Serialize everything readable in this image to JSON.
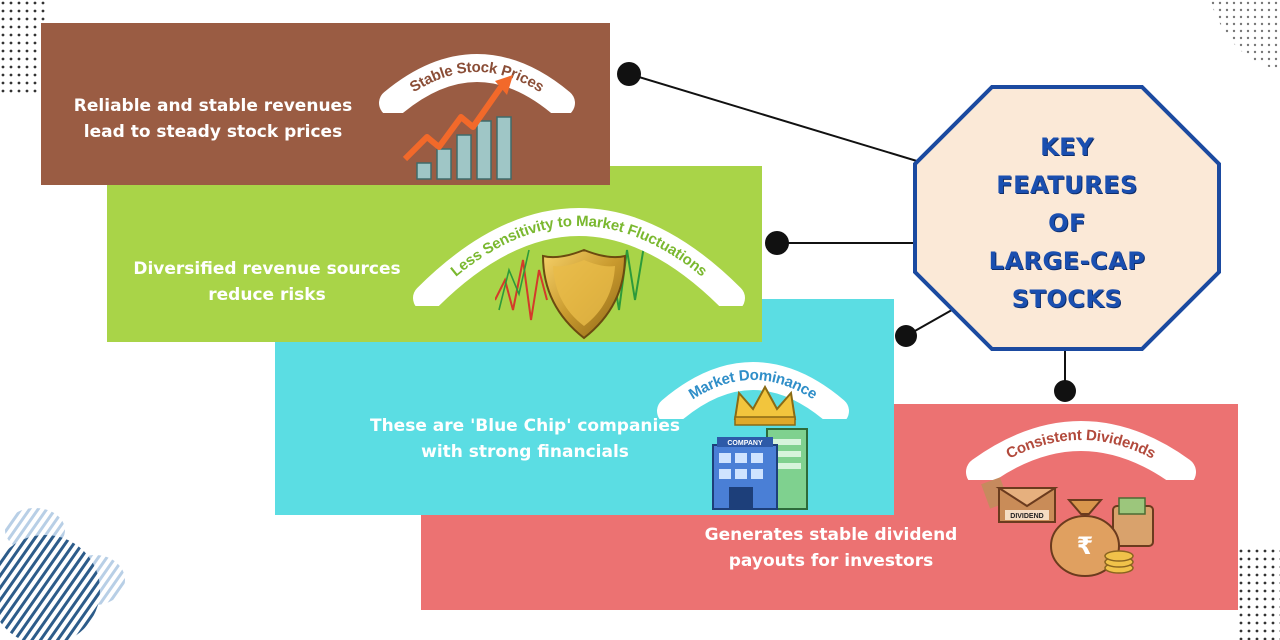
{
  "hub": {
    "title_lines": [
      "KEY",
      "FEATURES",
      "OF",
      "LARGE-CAP",
      "STOCKS"
    ]
  },
  "cards": [
    {
      "badge": "Stable Stock Prices",
      "text_lines": [
        "Reliable and stable revenues",
        "lead to steady stock prices"
      ],
      "color": "#9a5c43",
      "icon": "rising-bar-chart-icon"
    },
    {
      "badge": "Less Sensitivity to Market Fluctuations",
      "text_lines": [
        "Diversified revenue sources",
        "reduce risks"
      ],
      "color": "#a9d448",
      "icon": "gold-shield-icon"
    },
    {
      "badge": "Market Dominance",
      "text_lines": [
        "These are 'Blue Chip' companies",
        "with strong financials"
      ],
      "color": "#5bdde3",
      "icon": "company-building-crown-icon",
      "building_sign": "COMPANY"
    },
    {
      "badge": "Consistent Dividends",
      "text_lines": [
        "Generates stable dividend",
        "payouts for investors"
      ],
      "color": "#ec7272",
      "icon": "money-bag-dividend-icon",
      "envelope_label": "DIVIDEND",
      "currency_symbol": "₹"
    }
  ],
  "colors": {
    "hub_fill": "#fbe9d7",
    "hub_border": "#1b4aa0",
    "hub_text": "#1a4fb0",
    "connector": "#111111"
  }
}
